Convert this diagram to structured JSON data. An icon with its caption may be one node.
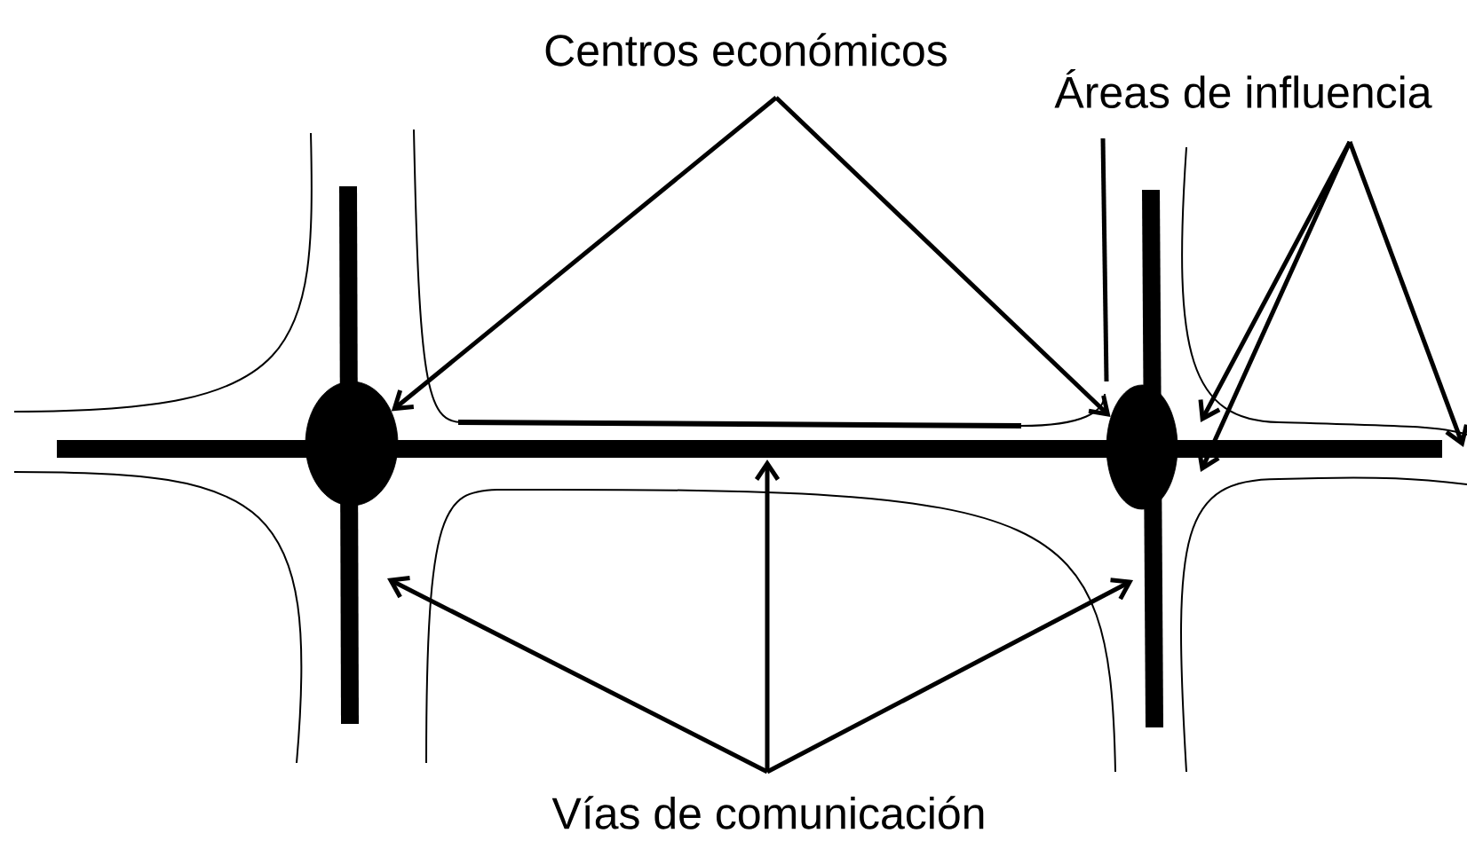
{
  "diagram": {
    "nodes": [
      {
        "text": [
          "Centros económicos"
        ]
      },
      {
        "text": [
          "Áreas de influencia"
        ]
      },
      {
        "text": [
          "Vías de comunicación"
        ]
      },
      {
        "text": [],
        "shape": "circle"
      },
      {
        "text": [],
        "shape": "circle"
      }
    ],
    "edges": [
      {
        "from": 0,
        "to": 3,
        "arrow": "to"
      },
      {
        "from": 0,
        "to": 4,
        "arrow": "to"
      },
      {
        "from": 1,
        "to": null,
        "arrow": "to"
      },
      {
        "from": 1,
        "to": null,
        "arrow": "to"
      },
      {
        "from": 1,
        "to": null,
        "arrow": "to"
      },
      {
        "from": 2,
        "to": null,
        "arrow": "to"
      },
      {
        "from": 2,
        "to": null,
        "arrow": "to"
      },
      {
        "from": 2,
        "to": null,
        "arrow": "to"
      }
    ]
  }
}
